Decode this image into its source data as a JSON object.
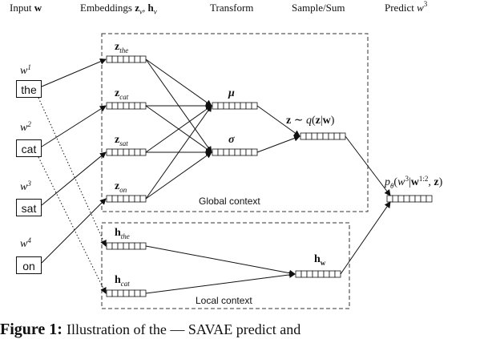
{
  "headers": {
    "input": "Input",
    "input_var": "w",
    "embeddings": "Embeddings",
    "emb_vars": "z_v, h_v",
    "transform": "Transform",
    "sample": "Sample/Sum",
    "predict": "Predict",
    "predict_var": "w^3"
  },
  "words": [
    {
      "var": "w",
      "index": "1",
      "token": "the"
    },
    {
      "var": "w",
      "index": "2",
      "token": "cat"
    },
    {
      "var": "w",
      "index": "3",
      "token": "sat"
    },
    {
      "var": "w",
      "index": "4",
      "token": "on"
    }
  ],
  "global_embeddings": [
    {
      "base": "z",
      "sub": "the"
    },
    {
      "base": "z",
      "sub": "cat"
    },
    {
      "base": "z",
      "sub": "sat"
    },
    {
      "base": "z",
      "sub": "on"
    }
  ],
  "local_embeddings": [
    {
      "base": "h",
      "sub": "the"
    },
    {
      "base": "h",
      "sub": "cat"
    }
  ],
  "transform": {
    "mu": "μ",
    "sigma": "σ"
  },
  "sample_label": "z ∼ q(z|w)",
  "local_sum_label": "h_w",
  "predict_label": "p_θ(w^3|w^1:2, z)",
  "global_context_label": "Global context",
  "local_context_label": "Local context",
  "caption": {
    "prefix": "Figure 1:",
    "text": "Illustration of the — SAVAE predict and"
  }
}
